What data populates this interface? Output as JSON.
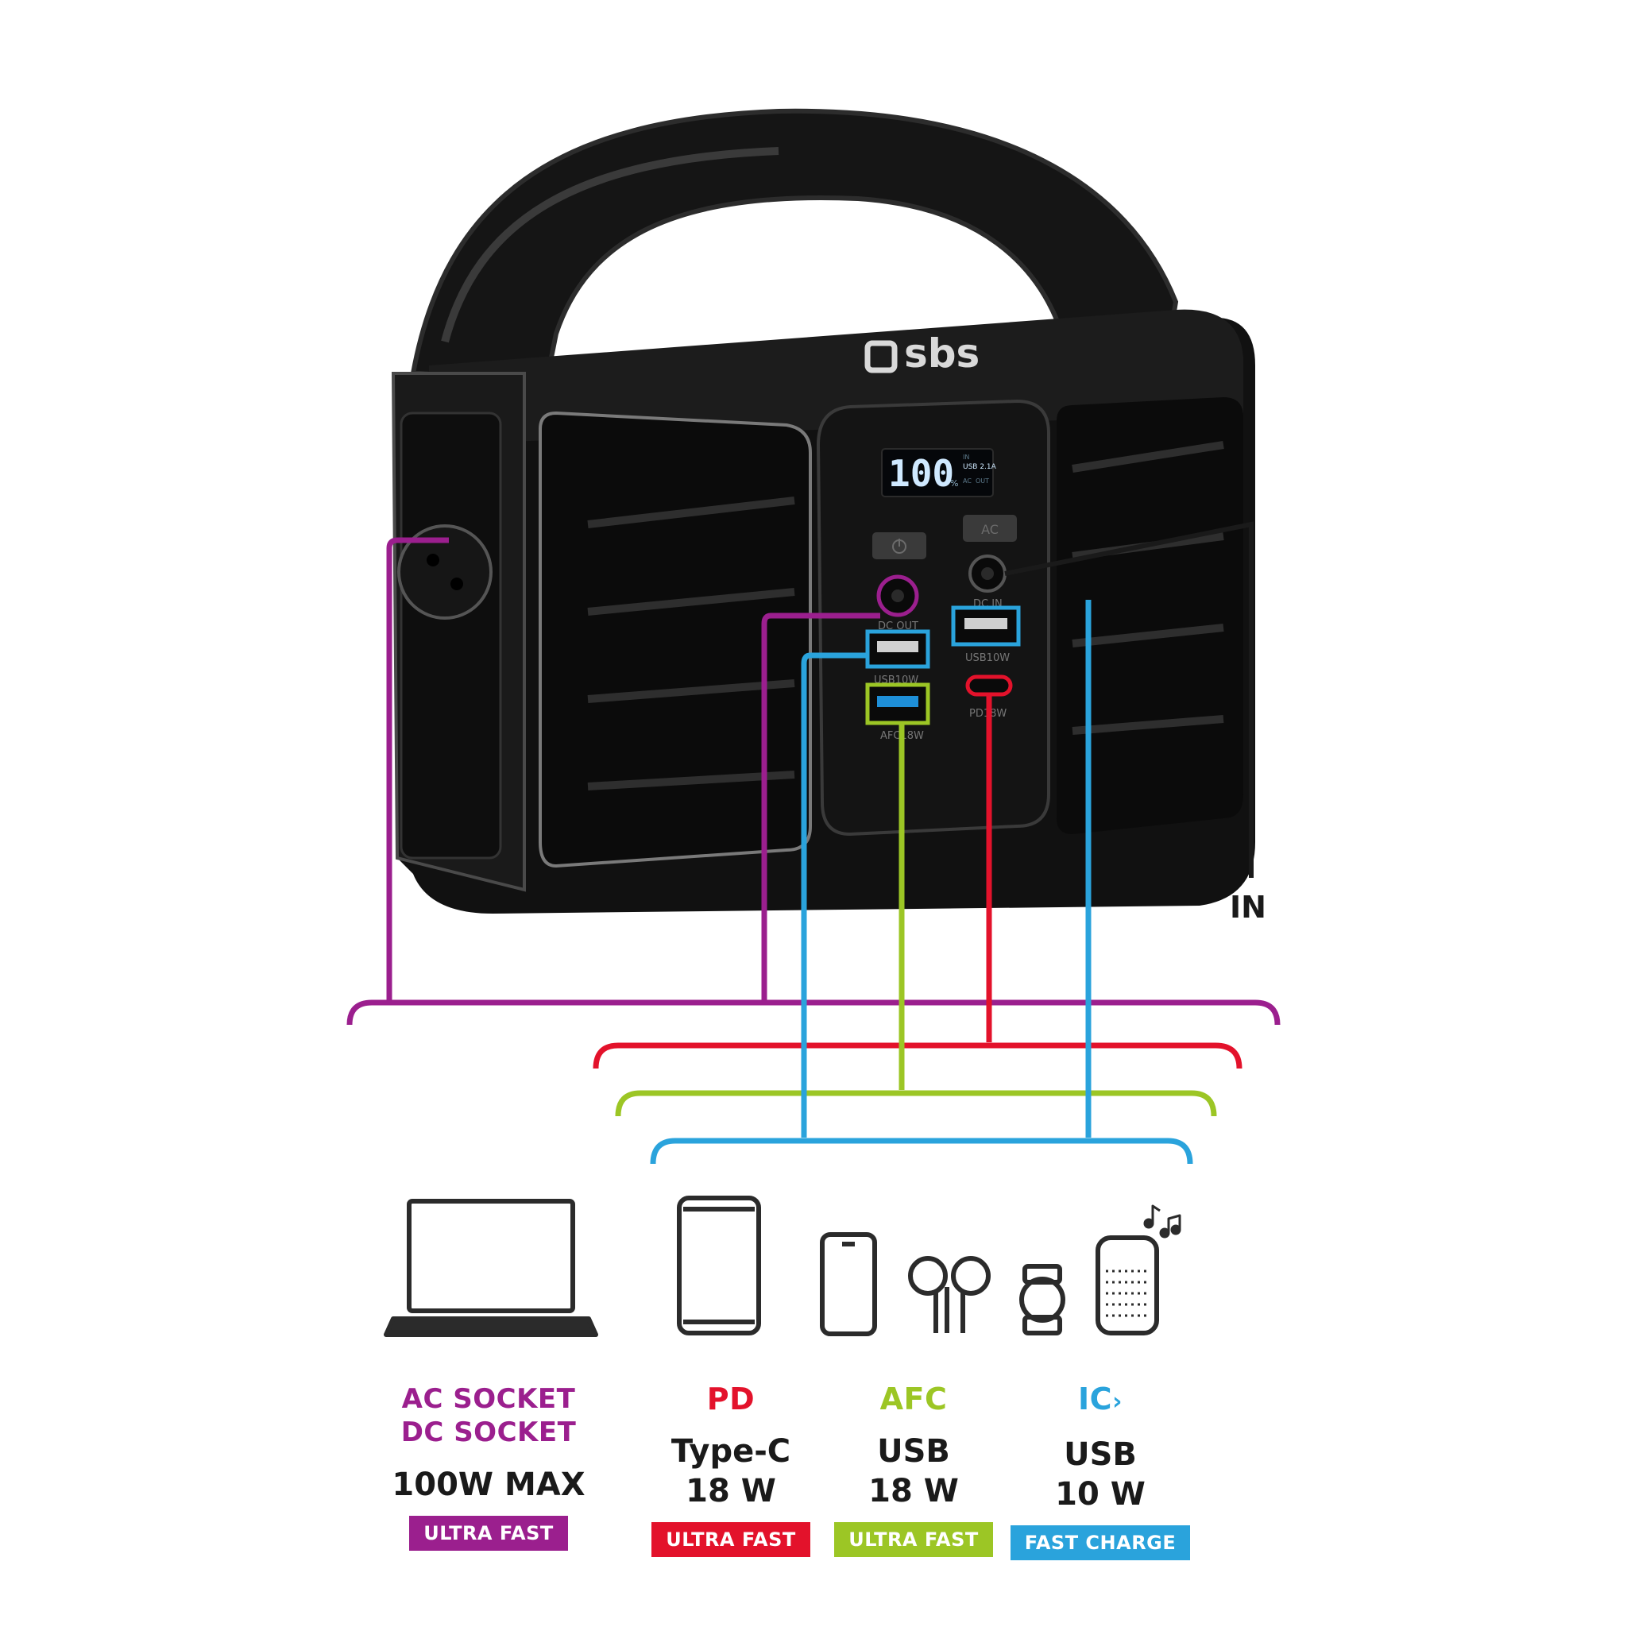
{
  "device": {
    "brand": "sbs",
    "display_value": "100",
    "display_percent": "%",
    "display_status_in": "IN",
    "display_status_usb": "USB 2.1A",
    "display_status_ac": "AC",
    "display_status_out": "OUT",
    "button_ac": "AC",
    "port_dc_out": "DC OUT",
    "port_dc_in": "DC IN",
    "port_usb_left": "USB10W",
    "port_usb_right": "USB10W",
    "port_afc": "AFC18W",
    "port_pd": "PD18W"
  },
  "in_label": "IN",
  "colors": {
    "purple": "#9b1f8e",
    "red": "#e3122b",
    "green": "#9cc625",
    "blue": "#2aa3dc",
    "black": "#1a1a1a"
  },
  "icons": [
    "laptop-icon",
    "tablet-icon",
    "phone-icon",
    "earbuds-icon",
    "smartwatch-icon",
    "speaker-icon",
    "music-notes-icon"
  ],
  "groups": [
    {
      "category_line1": "AC SOCKET",
      "category_line2": "DC SOCKET",
      "spec_line1": "100W MAX",
      "spec_line2": "",
      "badge": "ULTRA FAST"
    },
    {
      "category_line1": "PD",
      "category_line2": "",
      "spec_line1": "Type-C",
      "spec_line2": "18 W",
      "badge": "ULTRA FAST"
    },
    {
      "category_line1": "AFC",
      "category_line2": "",
      "spec_line1": "USB",
      "spec_line2": "18 W",
      "badge": "ULTRA FAST"
    },
    {
      "category_line1": "IC",
      "category_line2": "",
      "spec_line1": "USB",
      "spec_line2": "10 W",
      "badge": "FAST CHARGE"
    }
  ]
}
